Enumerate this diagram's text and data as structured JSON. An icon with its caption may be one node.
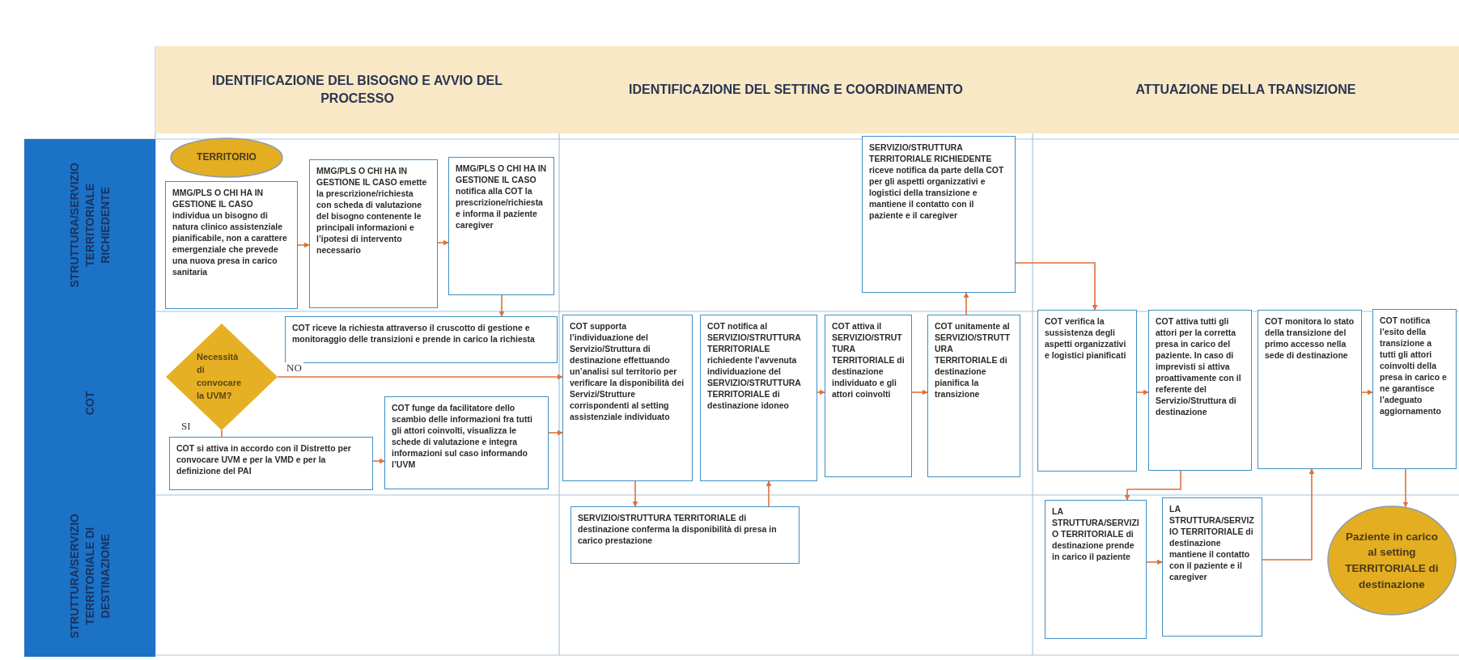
{
  "diagram": {
    "nodes": [
      {
        "text": [
          "IDENTIFICAZIONE DEL BISOGNO E AVVIO DEL PROCESSO"
        ]
      },
      {
        "text": [
          "IDENTIFICAZIONE DEL SETTING E COORDINAMENTO"
        ]
      },
      {
        "text": [
          "ATTUAZIONE DELLA TRANSIZIONE"
        ]
      },
      {
        "text": [
          "STRUTTURA/SERVIZIO TERRITORIALE RICHIEDENTE"
        ]
      },
      {
        "text": [
          "COT"
        ]
      },
      {
        "text": [
          "STRUTTURA/SERVIZIO TERRITORIALE DI DESTINAZIONE"
        ]
      },
      {
        "text": [
          "TERRITORIO"
        ]
      },
      {
        "text": [
          "MMG/PLS O CHI HA IN GESTIONE IL CASO individua un bisogno di natura clinico assistenziale pianificabile, non a carattere emergenziale che prevede una nuova presa in carico sanitaria"
        ]
      },
      {
        "text": [
          "MMG/PLS O CHI HA IN GESTIONE IL CASO emette la prescrizione/richiesta con scheda di valutazione del bisogno contenente le principali informazioni e l’ipotesi di intervento necessario"
        ]
      },
      {
        "text": [
          "MMG/PLS O CHI HA IN GESTIONE IL CASO notifica alla COT la prescrizione/richiesta e informa il paziente caregiver"
        ]
      },
      {
        "text": [
          "COT riceve la richiesta attraverso il cruscotto di gestione e monitoraggio delle transizioni e prende in carico la richiesta"
        ]
      },
      {
        "text": [
          "Necessità di convocare la UVM?"
        ]
      },
      {
        "text": [
          "COT si attiva in accordo con il Distretto per convocare UVM e per la VMD e per la definizione del PAI"
        ]
      },
      {
        "text": [
          "COT funge da facilitatore dello scambio delle informazioni fra tutti gli attori coinvolti, visualizza le schede di valutazione e integra informazioni sul caso informando l’UVM"
        ]
      },
      {
        "text": [
          "COT supporta l’individuazione del Servizio/Struttura di destinazione effettuando un’analisi sul territorio per verificare la disponibilità dei Servizi/Strutture corrispondenti al setting assistenziale individuato"
        ]
      },
      {
        "text": [
          "COT notifica al SERVIZIO/STRUTTURA TERRITORIALE richiedente l’avvenuta individuazione del SERVIZIO/STRUTTURA TERRITORIALE di destinazione idoneo"
        ]
      },
      {
        "text": [
          "COT attiva il SERVIZIO/STRUTTURA TERRITORIALE di destinazione individuato e gli attori coinvolti"
        ]
      },
      {
        "text": [
          "COT unitamente al SERVIZIO/STRUTTURA TERRITORIALE di destinazione pianifica la transizione"
        ]
      },
      {
        "text": [
          "SERVIZIO/STRUTTURA TERRITORIALE RICHIEDENTE riceve notifica da parte della COT per gli aspetti organizzativi e logistici della transizione e mantiene il contatto con il paziente e il caregiver"
        ]
      },
      {
        "text": [
          "SERVIZIO/STRUTTURA TERRITORIALE di destinazione conferma la disponibilità di presa in carico prestazione"
        ]
      },
      {
        "text": [
          "COT verifica la sussistenza degli aspetti organizzativi e logistici pianificati"
        ]
      },
      {
        "text": [
          "COT attiva tutti gli attori per la corretta presa in carico del paziente. In caso di imprevisti si attiva proattivamente con il referente del Servizio/Struttura di destinazione"
        ]
      },
      {
        "text": [
          "COT monitora lo stato della transizione del primo accesso nella sede di destinazione"
        ]
      },
      {
        "text": [
          "COT notifica l’esito della transizione a tutti gli attori coinvolti della presa in carico e ne garantisce l’adeguato aggiornamento"
        ]
      },
      {
        "text": [
          "LA STRUTTURA/SERVIZIO TERRITORIALE di destinazione prende in carico il paziente"
        ]
      },
      {
        "text": [
          "LA STRUTTURA/SERVIZIO TERRITORIALE di destinazione mantiene il contatto con il paziente e il caregiver"
        ]
      },
      {
        "text": [
          "Paziente in carico al setting TERRITORIALE di destinazione"
        ]
      }
    ],
    "edges": [
      {
        "from": 7,
        "to": 8,
        "arrow": "to"
      },
      {
        "from": 8,
        "to": 9,
        "arrow": "to"
      },
      {
        "from": 9,
        "to": 10,
        "arrow": "to"
      },
      {
        "from": 11,
        "to": 14,
        "arrow": "to",
        "label": "NO"
      },
      {
        "from": 11,
        "to": 12,
        "arrow": "none",
        "label": "SI"
      },
      {
        "from": 12,
        "to": 13,
        "arrow": "to"
      },
      {
        "from": 13,
        "to": 14,
        "arrow": "to"
      },
      {
        "from": 14,
        "to": 19,
        "arrow": "to"
      },
      {
        "from": 19,
        "to": 15,
        "arrow": "to"
      },
      {
        "from": 15,
        "to": 16,
        "arrow": "to"
      },
      {
        "from": 16,
        "to": 17,
        "arrow": "to"
      },
      {
        "from": 17,
        "to": 18,
        "arrow": "to"
      },
      {
        "from": 18,
        "to": 20,
        "arrow": "to"
      },
      {
        "from": 20,
        "to": 21,
        "arrow": "to"
      },
      {
        "from": 21,
        "to": 24,
        "arrow": "to"
      },
      {
        "from": 24,
        "to": 25,
        "arrow": "to"
      },
      {
        "from": 25,
        "to": 22,
        "arrow": "to"
      },
      {
        "from": 22,
        "to": 23,
        "arrow": "to"
      },
      {
        "from": 23,
        "to": 26,
        "arrow": "to"
      }
    ]
  }
}
